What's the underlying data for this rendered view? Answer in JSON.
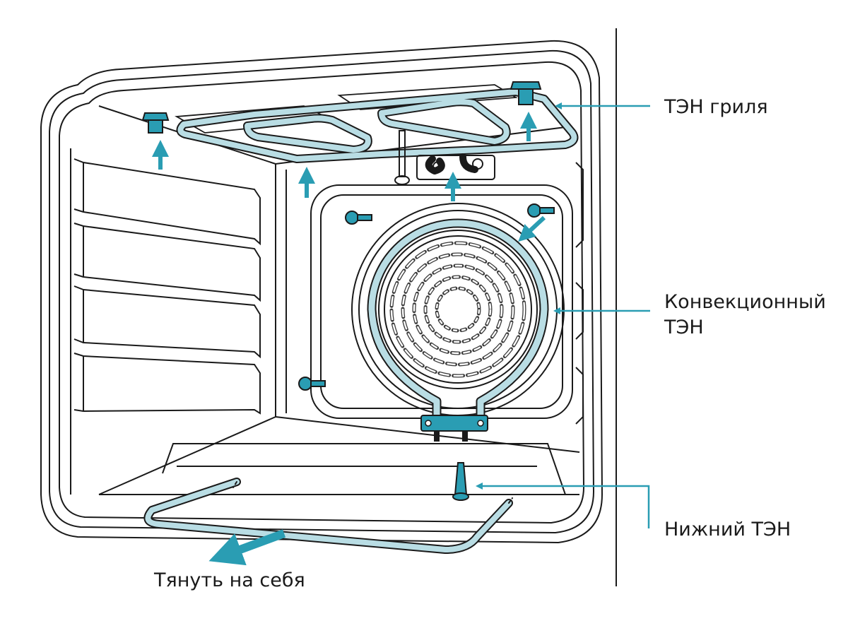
{
  "labels": {
    "grill_heater": "ТЭН гриля",
    "convection_heater_line1": "Конвекционный",
    "convection_heater_line2": "ТЭН",
    "bottom_heater": "Нижний ТЭН",
    "pull_toward": "Тянуть на себя"
  },
  "colors": {
    "line": "#1a1a1a",
    "accent": "#2a9db3",
    "element_fill": "#b9dde4",
    "background": "#ffffff"
  }
}
